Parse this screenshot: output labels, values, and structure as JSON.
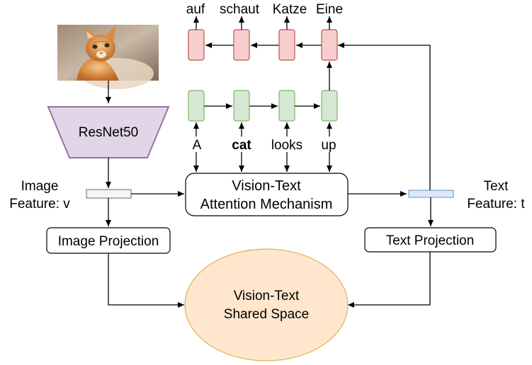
{
  "output_words": [
    "auf",
    "schaut",
    "Katze",
    "Eine"
  ],
  "input_words": [
    "A",
    "cat",
    "looks",
    "up"
  ],
  "highlight_word": "cat",
  "encoder_label": "ResNet50",
  "image_feature_label": [
    "Image",
    "Feature: v"
  ],
  "text_feature_label": [
    "Text",
    "Feature: t"
  ],
  "attention_label": [
    "Vision-Text",
    "Attention Mechanism"
  ],
  "image_projection_label": "Image Projection",
  "text_projection_label": "Text Projection",
  "shared_space_label": [
    "Vision-Text",
    "Shared Space"
  ],
  "colors": {
    "decoder_fill": "#f8cecc",
    "decoder_stroke": "#b85450",
    "encoder_fill": "#d5e8d4",
    "encoder_stroke": "#82b366",
    "resnet_fill": "#e1d5e7",
    "resnet_stroke": "#9673a6",
    "shared_fill": "#ffe6cc",
    "shared_stroke": "#d6b656",
    "highlight": "#e0522b",
    "text_feature_fill": "#dae8fc",
    "text_feature_stroke": "#6c8ebf",
    "image_feature_fill": "#f5f5f5",
    "image_feature_stroke": "#666666"
  },
  "image": {
    "subject": "orange tabby cat looking up"
  }
}
